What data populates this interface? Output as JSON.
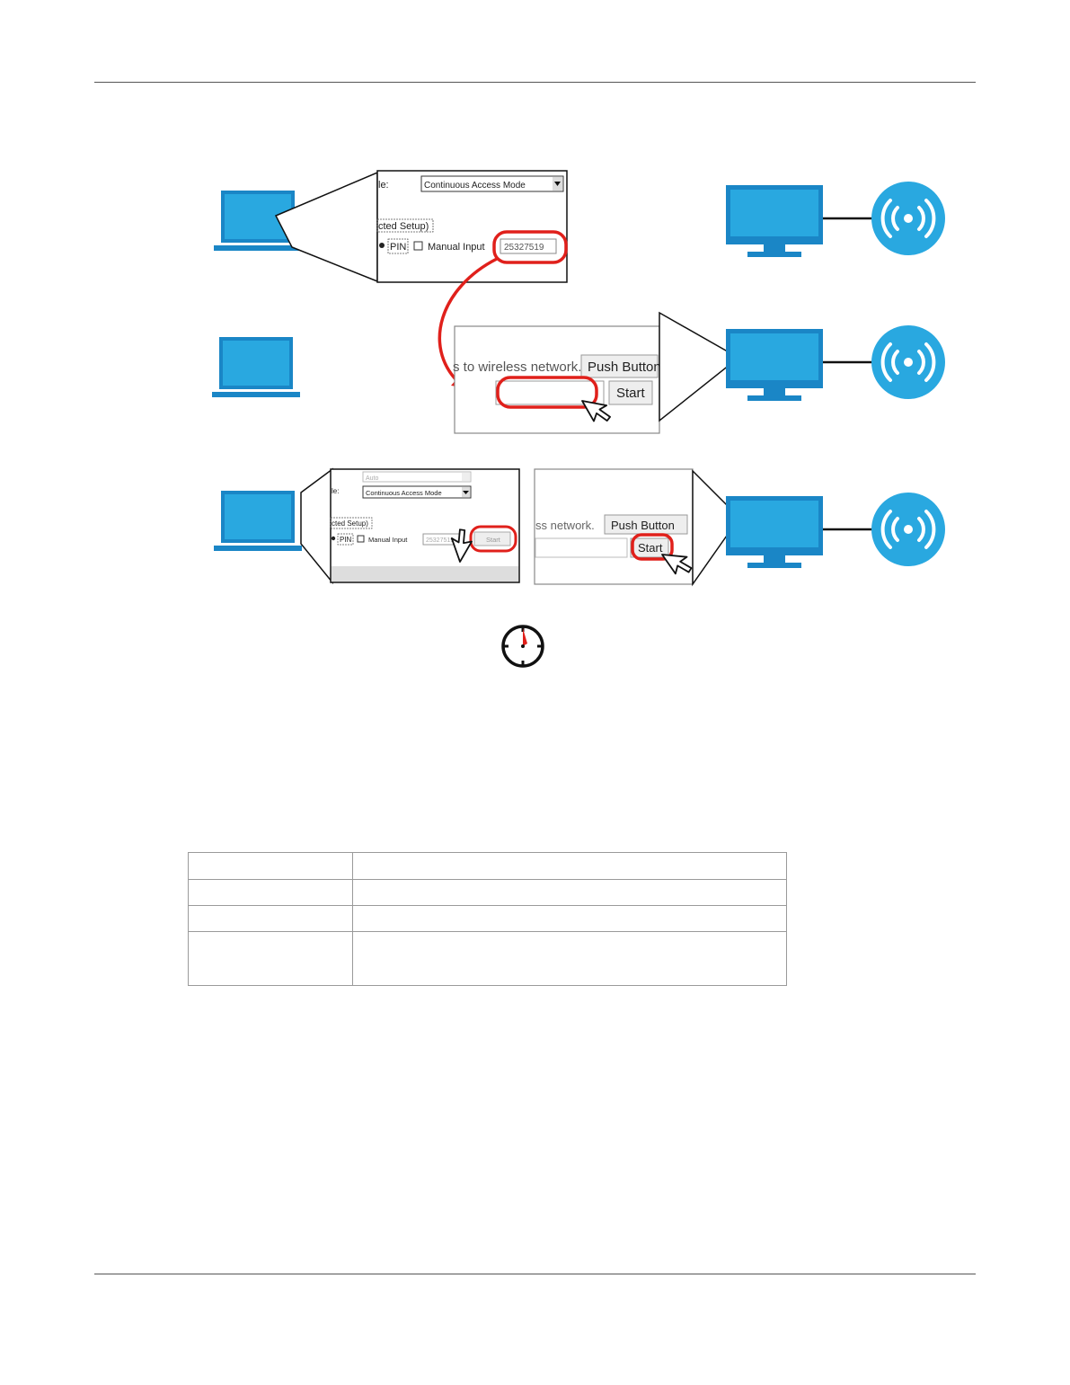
{
  "row1": {
    "mode_label": "le:",
    "mode_value": "Continuous Access Mode",
    "wps_label": "cted Setup)",
    "pin_label": "PIN",
    "manual_input_label": "Manual Input",
    "pin_value": "25327519"
  },
  "row2": {
    "network_text": "s to wireless network.",
    "push_button_label": "Push Button",
    "start_label": "Start"
  },
  "row3": {
    "top_select_value": "Auto",
    "mode_label": "le:",
    "mode_value": "Continuous Access Mode",
    "wps_label": "cted Setup)",
    "pin_label": "PIN",
    "manual_input_label": "Manual Input",
    "pin_value": "25327519",
    "start_label": "Start",
    "network_text": "ss network.",
    "push_button_label": "Push Button",
    "start_label_right": "Start"
  },
  "colors": {
    "device_blue": "#29a8e0",
    "device_dark": "#1a86c6",
    "highlight_red": "#e0201b"
  },
  "icons": [
    "laptop-icon",
    "monitor-icon",
    "wireless-icon",
    "timer-icon",
    "cursor-icon"
  ],
  "table": {
    "rows": [
      [
        "",
        ""
      ],
      [
        "",
        ""
      ],
      [
        "",
        ""
      ],
      [
        "",
        ""
      ]
    ]
  }
}
